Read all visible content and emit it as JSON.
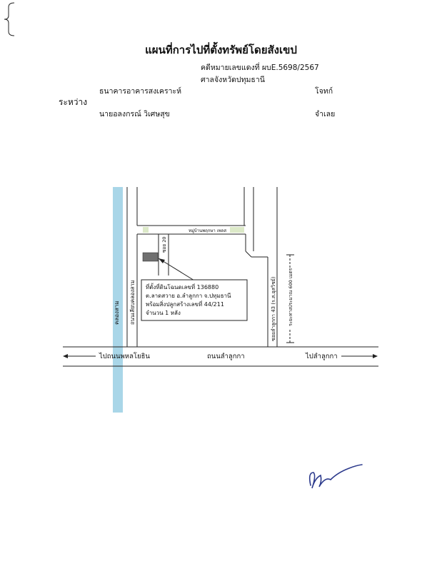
{
  "header": {
    "title": "แผนที่การไปที่ตั้งทรัพย์โดยสังเขป",
    "case_number": "คดีหมายเลขแดงที่ ผบE.5698/2567",
    "court": "ศาลจังหวัดปทุมธานี",
    "between_label": "ระหว่าง",
    "plaintiff_name": "ธนาคารอาคารสงเคราะห์",
    "plaintiff_role": "โจทก์",
    "defendant_name": "นายอลงกรณ์ วิเศษสุข",
    "defendant_role": "จำเลย"
  },
  "map": {
    "canal_label": "คลองสาม",
    "canal_road_label": "ถนนเลียบคลองสาม",
    "village_label": "หมู่บ้านพฤกษา เพลส",
    "soi_label": "ซอย 20",
    "side_soi_label": "ซอยลำลูกกา 43 (ร.ส.อุสวิชย์)",
    "distance_label": "ระยะทางประมาณ 600 เมตร",
    "main_road_label": "ถนนลำลูกกา",
    "left_direction": "ไปถนนพหลโยธิน",
    "right_direction": "ไปลำลูกกา",
    "property_box": {
      "line1": "ที่ตั้งที่ดินโฉนดเลขที่ 136880",
      "line2": "ต.ลาดสวาย อ.ลำลูกกา จ.ปทุมธานี",
      "line3": "พร้อมสิ่งปลูกสร้างเลขที่ 44/211",
      "line4": "จำนวน 1 หลัง"
    },
    "colors": {
      "canal": "#a9d6e8",
      "village_strip": "#dce9c8",
      "plot": "#707070"
    }
  }
}
